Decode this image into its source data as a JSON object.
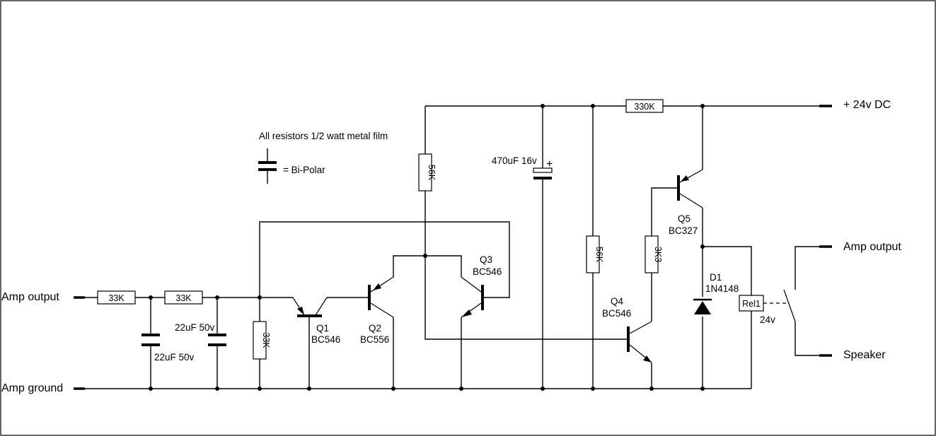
{
  "terminals": {
    "amp_output_in": "Amp output",
    "amp_ground": "Amp ground",
    "supply": "+ 24v DC",
    "amp_output_out": "Amp output",
    "speaker": "Speaker"
  },
  "notes": {
    "resistors": "All resistors 1/2 watt metal film",
    "bipolar": "= Bi-Polar"
  },
  "resistors": {
    "r1": "33K",
    "r2": "33K",
    "r3": "33K",
    "r4": "56K",
    "r5": "56K",
    "r6": "3K3",
    "r7": "330K"
  },
  "capacitors": {
    "c1": "22uF 50v",
    "c2": "22uF 50v",
    "c3": "470uF 16v",
    "c3_polarity": "+"
  },
  "transistors": {
    "q1": {
      "ref": "Q1",
      "type": "BC546"
    },
    "q2": {
      "ref": "Q2",
      "type": "BC556"
    },
    "q3": {
      "ref": "Q3",
      "type": "BC546"
    },
    "q4": {
      "ref": "Q4",
      "type": "BC546"
    },
    "q5": {
      "ref": "Q5",
      "type": "BC327"
    }
  },
  "diode": {
    "ref": "D1",
    "type": "1N4148"
  },
  "relay": {
    "ref": "Rel1",
    "voltage": "24v"
  }
}
